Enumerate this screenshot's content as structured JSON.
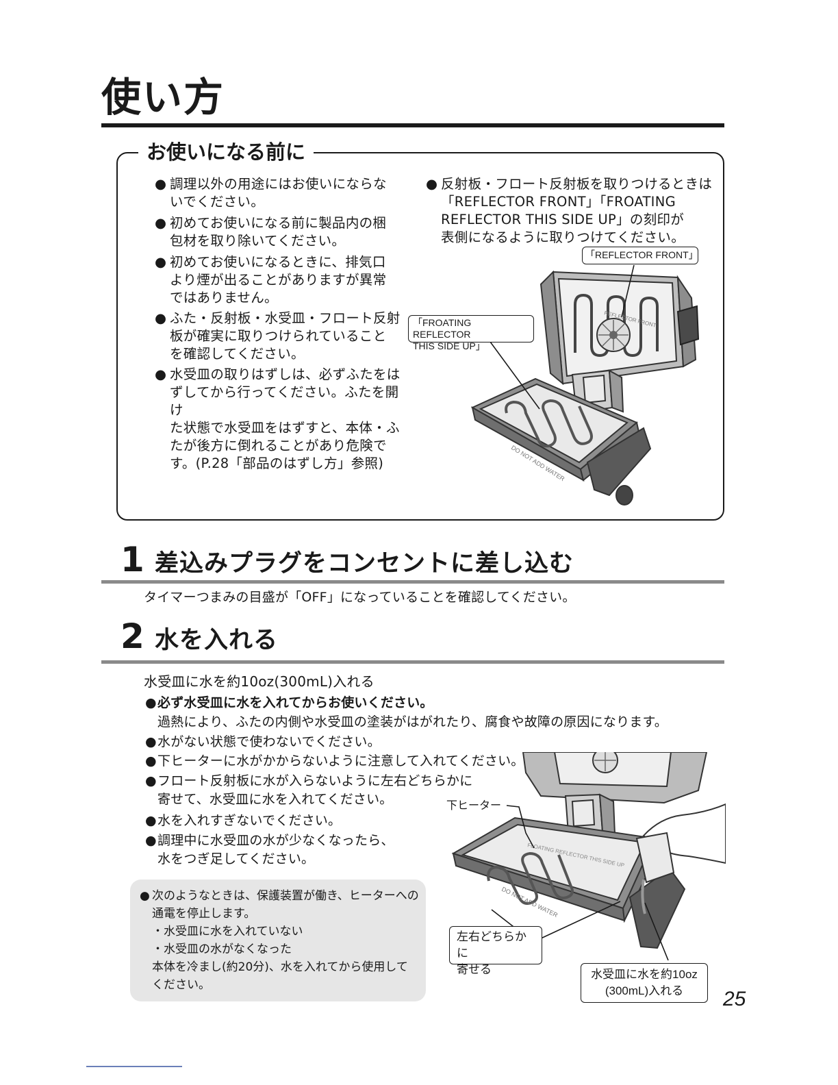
{
  "page": {
    "title": "使い方",
    "page_number": "25"
  },
  "before_use": {
    "heading": "お使いになる前に",
    "left_items": [
      [
        "調理以外の用途にはお使いにならな",
        "いでください。"
      ],
      [
        "初めてお使いになる前に製品内の梱",
        "包材を取り除いてください。"
      ],
      [
        "初めてお使いになるときに、排気口",
        "より煙が出ることがありますが異常",
        "ではありません。"
      ],
      [
        "ふた・反射板・水受皿・フロート反射",
        "板が確実に取りつけられていること",
        "を確認してください。"
      ],
      [
        "水受皿の取りはずしは、必ずふたをは",
        "ずしてから行ってください。ふたを開け",
        "た状態で水受皿をはずすと、本体・ふ",
        "たが後方に倒れることがあり危険で",
        "す。(P.28「部品のはずし方」参照)"
      ]
    ],
    "right_item": [
      "反射板・フロート反射板を取りつけるときは",
      "「REFLECTOR FRONT」「FROATING",
      "REFLECTOR THIS SIDE UP」の刻印が",
      "表側になるように取りつけてください。"
    ],
    "callout_reflector_front": "「REFLECTOR FRONT」",
    "callout_froating": [
      "「FROATING REFLECTOR",
      "THIS SIDE UP」"
    ],
    "illustration_marks": {
      "reflector_front": "REFLECTOR FRONT",
      "do_not_add_water": "DO NOT ADD WATER"
    }
  },
  "step1": {
    "number": "1",
    "title": "差込みプラグをコンセントに差し込む",
    "text": "タイマーつまみの目盛が「OFF」になっていることを確認してください。"
  },
  "step2": {
    "number": "2",
    "title": "水を入れる",
    "lead": "水受皿に水を約10oz(300mL)入れる",
    "bold_bullet": "必ず水受皿に水を入れてからお使いください。",
    "bold_bullet_sub": "過熱により、ふたの内側や水受皿の塗装がはがれたり、腐食や故障の原因になります。",
    "bullets": [
      [
        "水がない状態で使わないでください。"
      ],
      [
        "下ヒーターに水がかからないように注意して入れてください。"
      ],
      [
        "フロート反射板に水が入らないように左右どちらかに",
        "寄せて、水受皿に水を入れてください。"
      ],
      [
        "水を入れすぎないでください。"
      ],
      [
        "調理中に水受皿の水が少なくなったら、",
        "水をつぎ足してください。"
      ]
    ],
    "note": {
      "lines": [
        "次のようなときは、保護装置が働き、ヒーターへの",
        "通電を停止します。",
        "・水受皿に水を入れていない",
        "・水受皿の水がなくなった",
        "本体を冷まし(約20分)、水を入れてから使用して",
        "ください。"
      ]
    },
    "callout_lower_heater": "下ヒーター",
    "callout_left_right": [
      "左右どちらかに",
      "寄せる"
    ],
    "callout_water_amount": [
      "水受皿に水を約10oz",
      "(300mL)入れる"
    ],
    "illustration_marks": {
      "float_reflector": "FLOATING REFLECTOR THIS SIDE UP",
      "do_not_add_water": "DO NOT ADD WATER"
    }
  },
  "colors": {
    "text": "#1a1a1a",
    "rule_gray": "#8a8a8a",
    "note_bg": "#e6e6e6",
    "illustration_gray": "#9a9a9a"
  }
}
